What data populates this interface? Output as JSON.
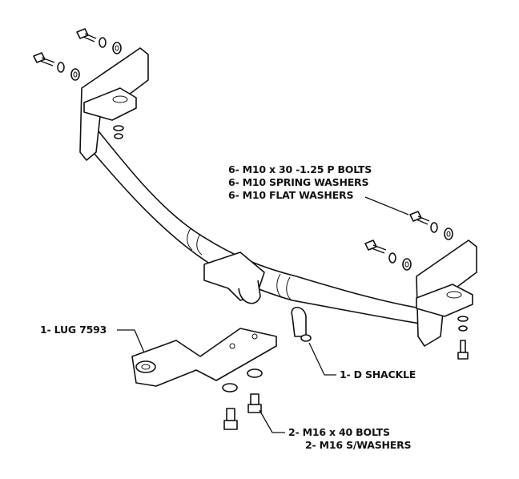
{
  "labels": {
    "bolts_m10": "6- M10 x 30 -1.25 P BOLTS",
    "spring_washers_m10": "6- M10 SPRING WASHERS",
    "flat_washers_m10": "6- M10 FLAT WASHERS",
    "lug": "1- LUG 7593",
    "shackle": "1- D SHACKLE",
    "bolts_m16": "2- M16 x 40 BOLTS",
    "washers_m16": "2- M16 S/WASHERS"
  }
}
